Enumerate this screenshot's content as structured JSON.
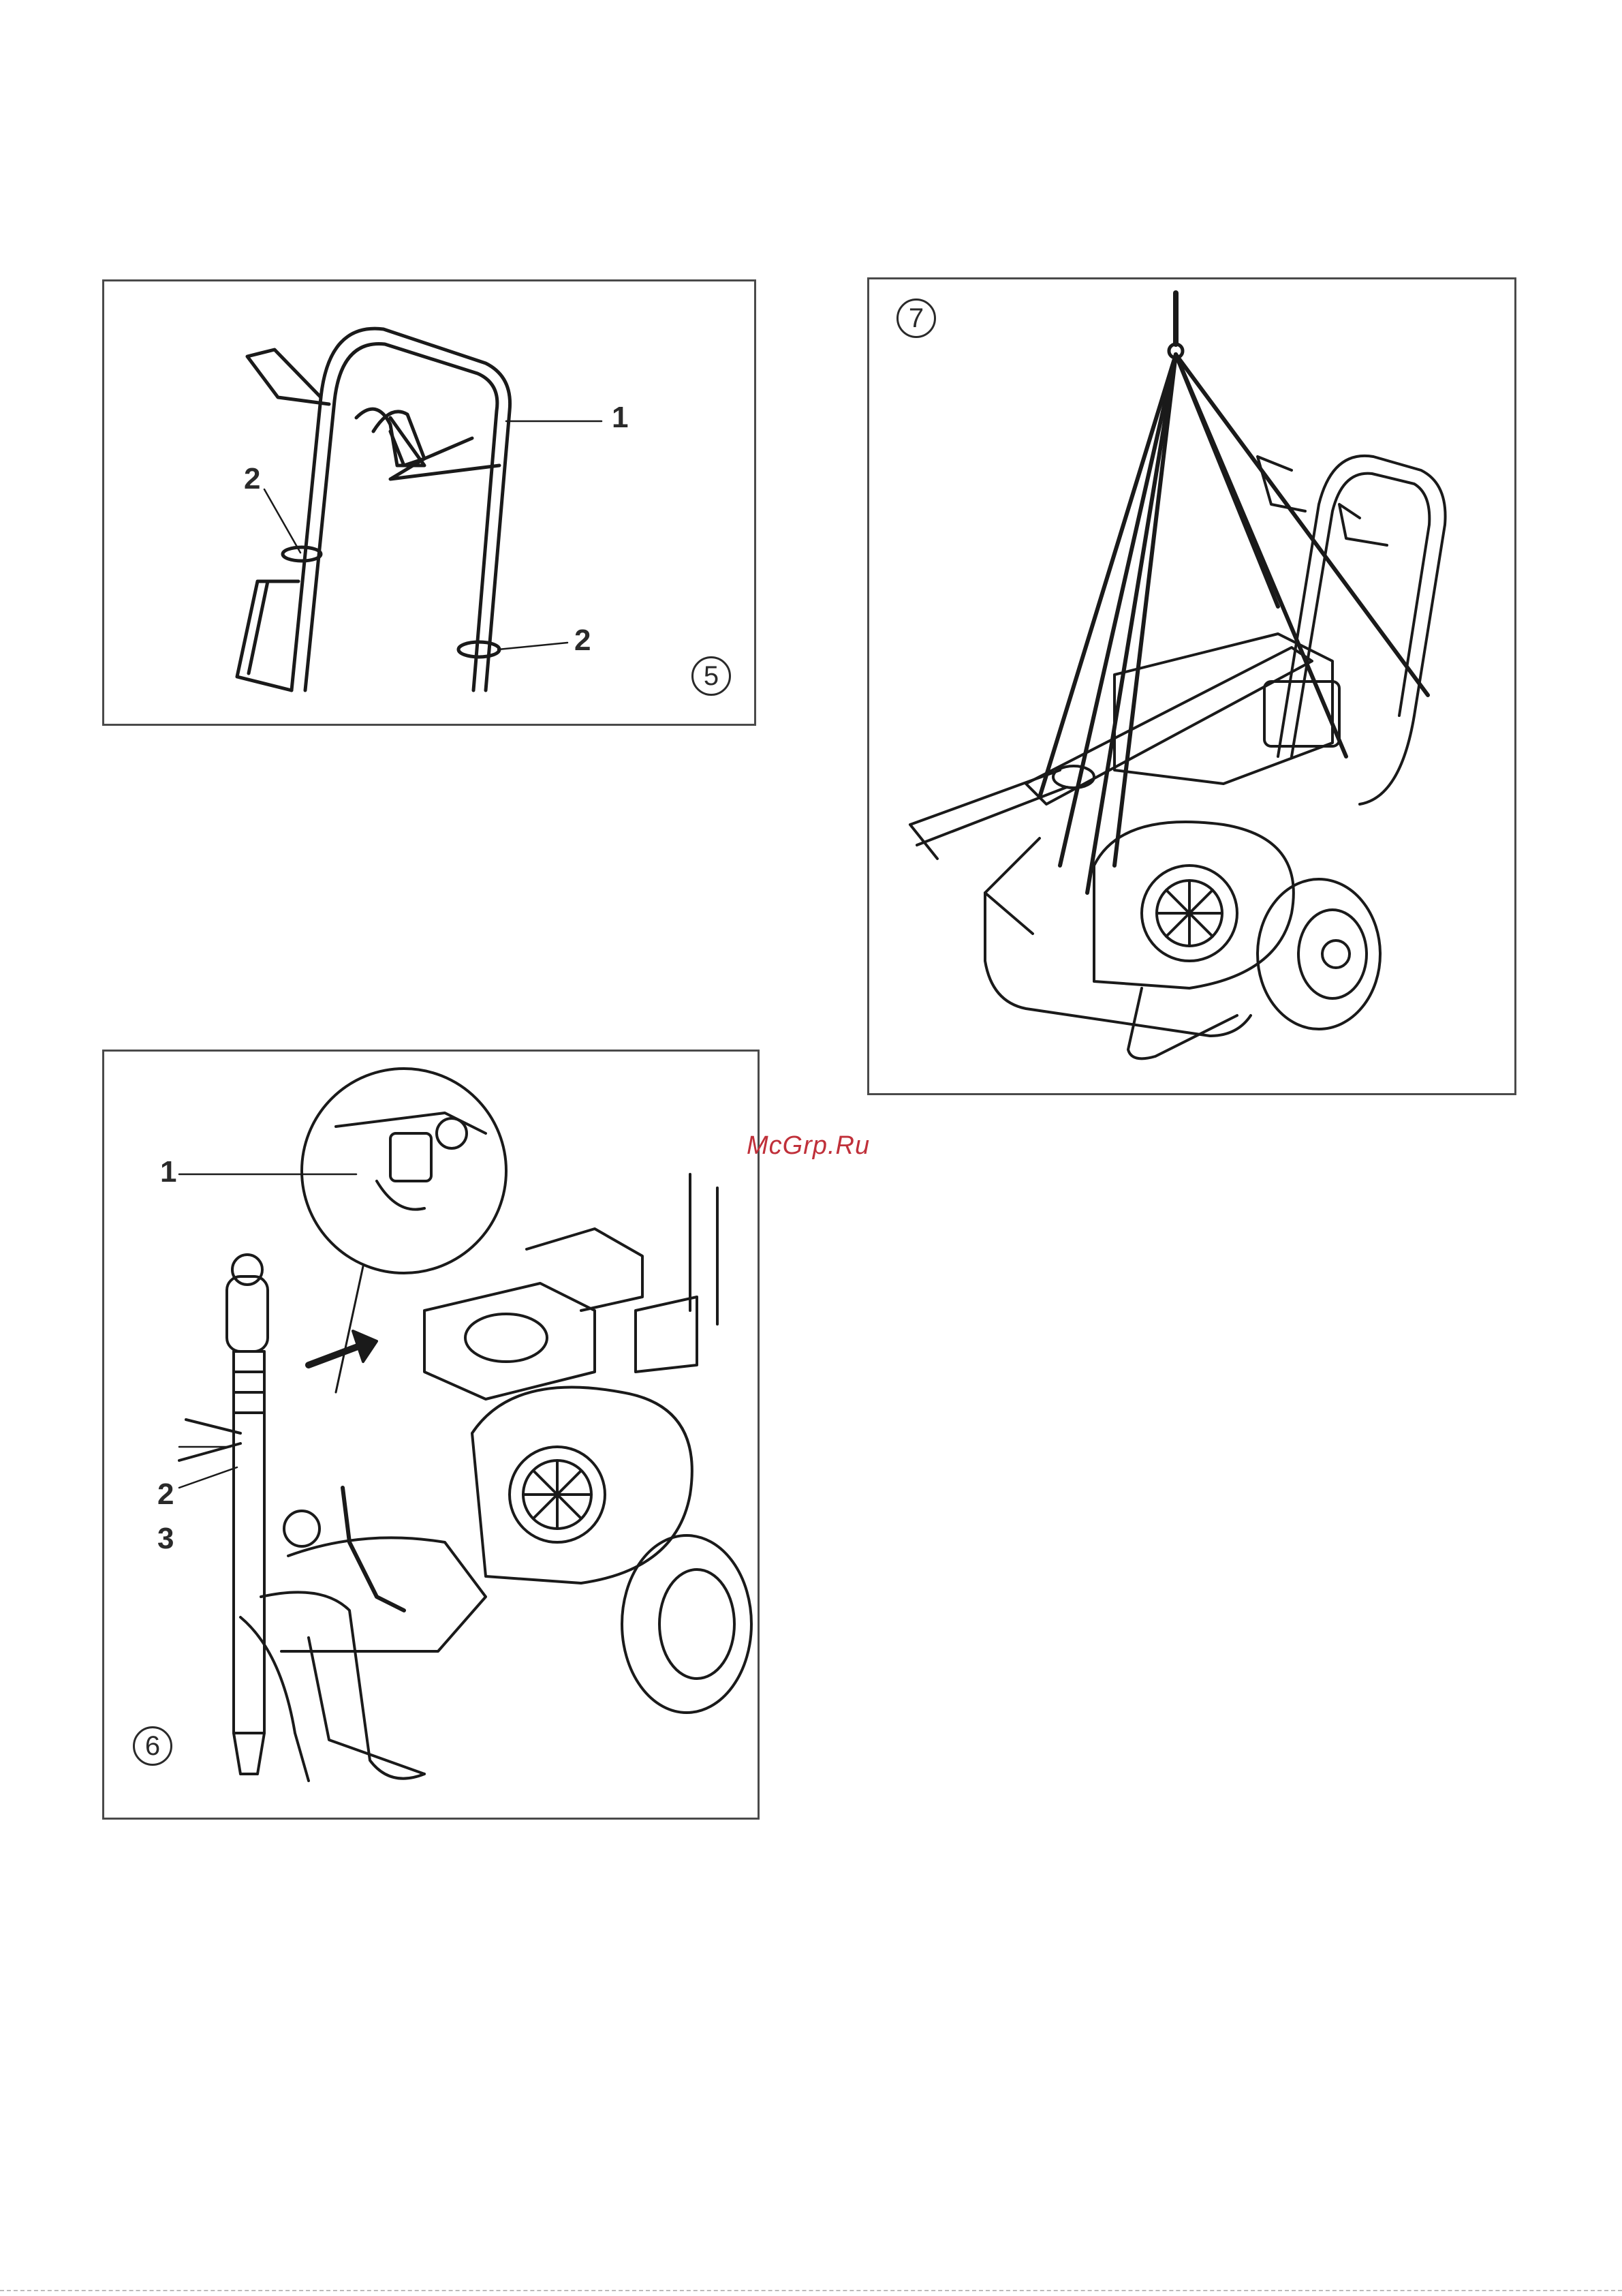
{
  "watermark": "McGrp.Ru",
  "figure5": {
    "number": "5",
    "callouts": {
      "c1": "1",
      "c2_left": "2",
      "c2_right": "2"
    }
  },
  "figure6": {
    "number": "6",
    "callouts": {
      "c1": "1",
      "c2": "2",
      "c3": "3"
    }
  },
  "figure7": {
    "number": "7"
  },
  "colors": {
    "line": "#1a1a1a",
    "frame": "#4a4a4a",
    "watermark": "#c0303a"
  }
}
